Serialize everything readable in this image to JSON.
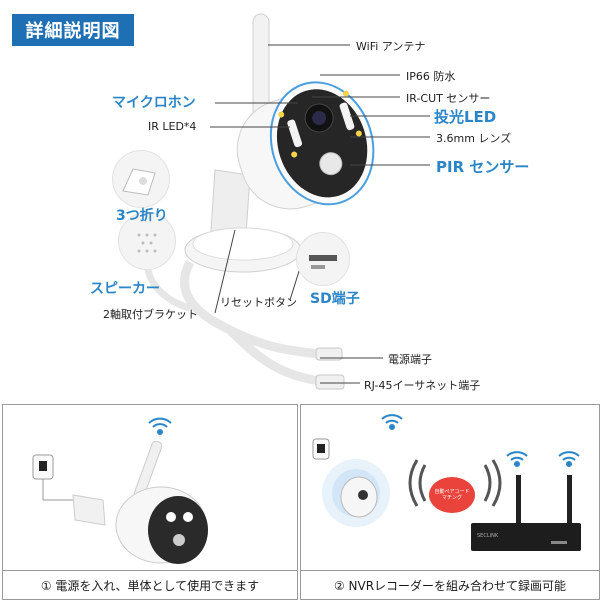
{
  "title": "詳細説明図",
  "labels": {
    "wifi_antenna": "WiFi アンテナ",
    "ip66": "IP66 防水",
    "ir_cut": "IR-CUT センサー",
    "microphone": "マイクロホン",
    "projector_led": "投光LED",
    "ir_led": "IR LED*4",
    "lens": "3.6mm レンズ",
    "pir_sensor": "PIR センサー",
    "fold3": "3つ折り",
    "speaker": "スピーカー",
    "reset_button": "リセットボタン",
    "sd_slot": "SD端子",
    "bracket": "2軸取付ブラケット",
    "power_port": "電源端子",
    "rj45": "RJ-45イーサネット端子"
  },
  "panels": {
    "left_caption": "① 電源を入れ、単体として使用できます",
    "right_caption": "② NVRレコーダーを組み合わせて録画可能",
    "pairing_badge_line1": "自動ペアコード",
    "pairing_badge_line2": "マチング",
    "nvr_brand": "SECLINK"
  }
}
